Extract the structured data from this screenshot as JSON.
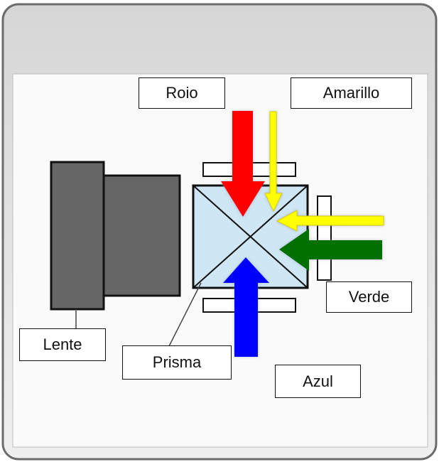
{
  "diagram": {
    "labels": {
      "rojo": "Roio",
      "amarillo": "Amarillo",
      "verde": "Verde",
      "azul": "Azul",
      "lente": "Lente",
      "prisma": "Prisma"
    },
    "colors": {
      "frame_top": "#e2e2e2",
      "frame_border": "#707070",
      "panel": "#fafafa",
      "lens": "#666666",
      "prism": "#cfe6f5",
      "red": "#ff0000",
      "yellow": "#ffff00",
      "green": "#007000",
      "blue": "#0000ff"
    }
  }
}
